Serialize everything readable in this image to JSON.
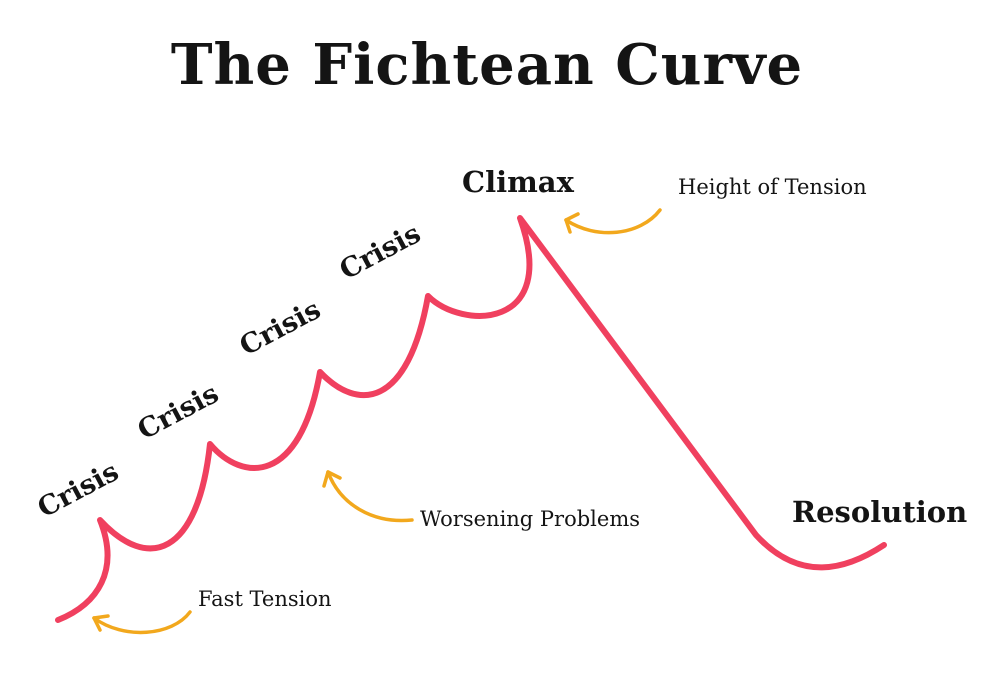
{
  "title": "The Fichtean Curve",
  "colors": {
    "curve": "#f0405f",
    "arrow": "#f2a81d",
    "text": "#141414",
    "background": "#ffffff"
  },
  "crisis_labels": [
    "Crisis",
    "Crisis",
    "Crisis",
    "Crisis"
  ],
  "labels": {
    "climax": "Climax",
    "resolution": "Resolution"
  },
  "annotations": {
    "height_of_tension": "Height of Tension",
    "worsening_problems": "Worsening Problems",
    "fast_tension": "Fast Tension"
  }
}
